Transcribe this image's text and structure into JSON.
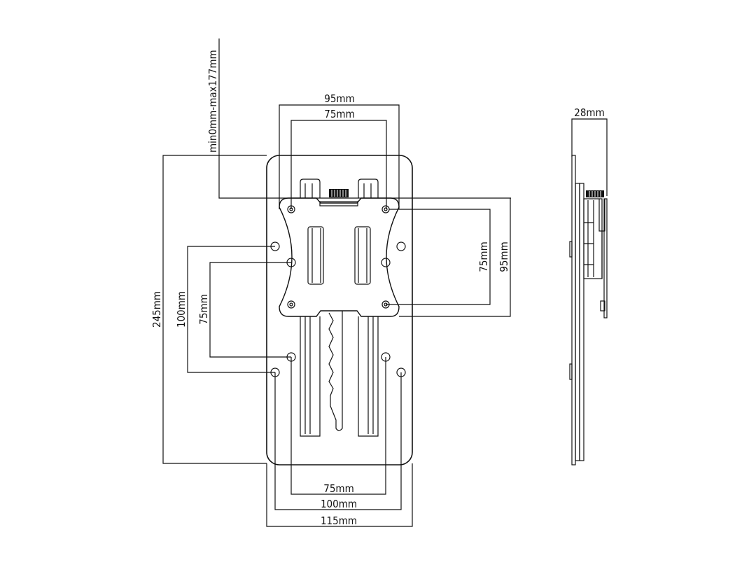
{
  "drawing": {
    "front_view": {
      "adjust_range_label": "min0mm-max177mm",
      "top_outer_width_label": "95mm",
      "top_inner_width_label": "75mm",
      "right_inner_height_label": "75mm",
      "right_outer_height_label": "95mm",
      "total_height_label": "245mm",
      "left_outer_height_label": "100mm",
      "left_inner_height_label": "75mm",
      "bottom_inner_width_label": "75mm",
      "bottom_middle_width_label": "100mm",
      "bottom_total_width_label": "115mm"
    },
    "side_view": {
      "depth_label": "28mm"
    }
  }
}
